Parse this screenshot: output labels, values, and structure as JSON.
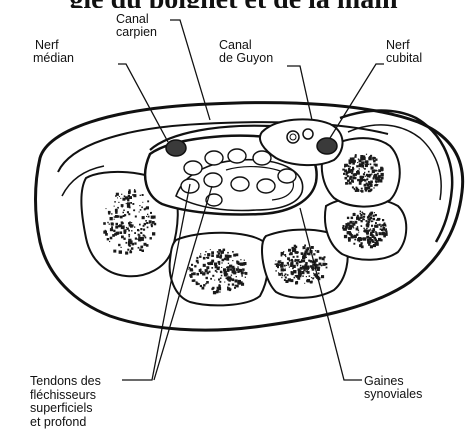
{
  "header": {
    "text": "gie du poignet et de la main"
  },
  "labels": {
    "canal_carpien": [
      "Canal",
      "carpien"
    ],
    "nerf_median": [
      "Nerf",
      "médian"
    ],
    "canal_guyon": [
      "Canal",
      "de Guyon"
    ],
    "nerf_cubital": [
      "Nerf",
      "cubital"
    ],
    "tendons": [
      "Tendons des",
      "fléchisseurs",
      "superficiels",
      "et profond"
    ],
    "gaines": [
      "Gaines",
      "synoviales"
    ]
  },
  "colors": {
    "ink": "#111111",
    "nerve_fill": "#3a3a3a",
    "bone_texture": "#1a1a1a",
    "background": "#ffffff"
  }
}
